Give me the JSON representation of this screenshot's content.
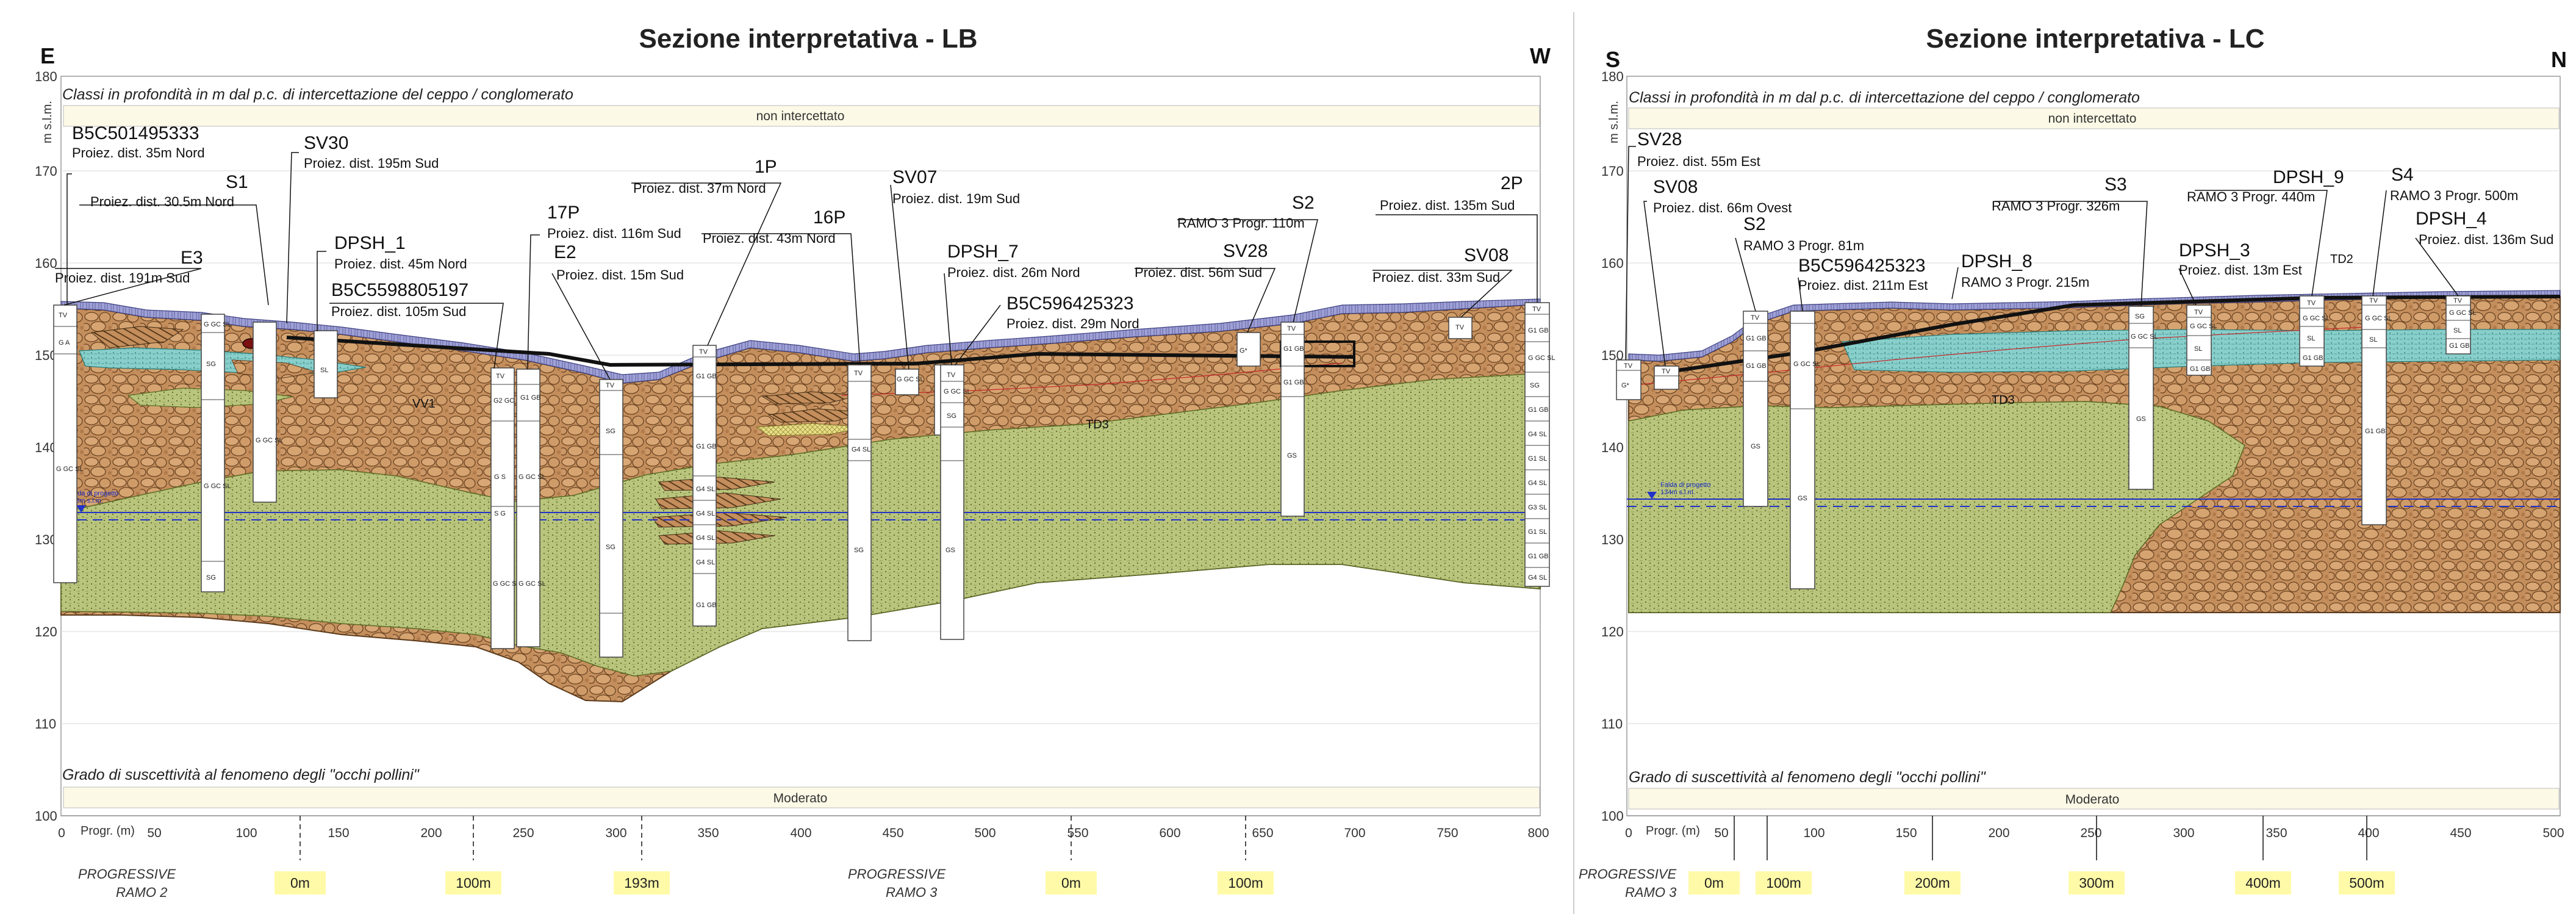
{
  "colors": {
    "conglomerate": "#c9935f",
    "gravel_sand": "#b8c578",
    "silt": "#7cc9c6",
    "topsoil": "#9a9bd4",
    "water_table": "#2333c8",
    "band_fill": "#fcf9e6",
    "ramp_fill": "#fffaa8"
  },
  "sections": [
    {
      "title": "Sezione interpretativa - LB",
      "left_end": "E",
      "right_end": "W",
      "y_axis_label": "m s.l.m.",
      "y_ticks": [
        "180",
        "170",
        "160",
        "150",
        "140",
        "130",
        "120",
        "110",
        "100"
      ],
      "x_axis_label": "Progr. (m)",
      "x_ticks": [
        "0",
        "50",
        "100",
        "150",
        "200",
        "250",
        "300",
        "350",
        "400",
        "450",
        "500",
        "550",
        "600",
        "650",
        "700",
        "750",
        "800"
      ],
      "top_band_caption": "Classi in profondità in m dal p.c. di intercettazione del ceppo / conglomerato",
      "top_band_value": "non intercettato",
      "bottom_band_caption": "Grado di suscettività al fenomeno degli \"occhi pollini\"",
      "bottom_band_value": "Moderato",
      "water_table_label": "Falda di progetto",
      "water_table_value": "133m s.l.m.",
      "units": [
        "VV1",
        "TD3"
      ],
      "boreholes": [
        {
          "name": "B5C501495333",
          "note": "Proiez. dist. 35m Nord"
        },
        {
          "name": "S1",
          "note": "Proiez. dist. 30.5m Nord"
        },
        {
          "name": "E3",
          "note": "Proiez. dist. 191m Sud"
        },
        {
          "name": "SV30",
          "note": "Proiez. dist. 195m Sud"
        },
        {
          "name": "DPSH_1",
          "note": "Proiez. dist. 45m Nord"
        },
        {
          "name": "B5C5598805197",
          "note": "Proiez. dist. 105m Sud"
        },
        {
          "name": "17P",
          "note": "Proiez. dist. 116m Sud"
        },
        {
          "name": "E2",
          "note": "Proiez. dist. 15m Sud"
        },
        {
          "name": "1P",
          "note": "Proiez. dist. 37m Nord"
        },
        {
          "name": "16P",
          "note": "Proiez. dist. 43m Nord"
        },
        {
          "name": "SV07",
          "note": "Proiez. dist. 19m Sud"
        },
        {
          "name": "DPSH_7",
          "note": "Proiez. dist. 26m Nord"
        },
        {
          "name": "B5C596425323",
          "note": "Proiez. dist. 29m Nord"
        },
        {
          "name": "S2",
          "note": "RAMO 3 Progr. 110m"
        },
        {
          "name": "SV28",
          "note": "Proiez. dist. 56m Sud"
        },
        {
          "name": "2P",
          "note": "Proiez. dist. 135m Sud"
        },
        {
          "name": "SV08",
          "note": "Proiez. dist. 33m Sud"
        }
      ],
      "ramps": [
        {
          "label": "PROGRESSIVE\nRAMO 2",
          "line1": "PROGRESSIVE",
          "line2": "RAMO 2",
          "marks": [
            "0m",
            "100m",
            "193m"
          ]
        },
        {
          "label": "PROGRESSIVE\nRAMO 3",
          "line1": "PROGRESSIVE",
          "line2": "RAMO 3",
          "marks": [
            "0m",
            "100m"
          ]
        }
      ]
    },
    {
      "title": "Sezione interpretativa - LC",
      "left_end": "S",
      "right_end": "N",
      "y_axis_label": "m s.l.m.",
      "y_ticks": [
        "180",
        "170",
        "160",
        "150",
        "140",
        "130",
        "120",
        "110",
        "100"
      ],
      "x_axis_label": "Progr. (m)",
      "x_ticks": [
        "0",
        "50",
        "100",
        "150",
        "200",
        "250",
        "300",
        "350",
        "400",
        "450",
        "500"
      ],
      "top_band_caption": "Classi in profondità in m dal p.c. di intercettazione del ceppo / conglomerato",
      "top_band_value": "non intercettato",
      "bottom_band_caption": "Grado di suscettività al fenomeno degli \"occhi pollini\"",
      "bottom_band_value": "Moderato",
      "water_table_label": "Falda di progetto",
      "water_table_value": "134m s.l.m.",
      "units": [
        "TD3",
        "TD2"
      ],
      "boreholes": [
        {
          "name": "SV28",
          "note": "Proiez. dist. 55m Est"
        },
        {
          "name": "SV08",
          "note": "Proiez. dist. 66m Ovest"
        },
        {
          "name": "S2",
          "note": "RAMO 3 Progr. 81m"
        },
        {
          "name": "B5C596425323",
          "note": "Proiez. dist. 211m Est"
        },
        {
          "name": "DPSH_8",
          "note": "RAMO 3 Progr. 215m"
        },
        {
          "name": "S3",
          "note": "RAMO 3 Progr. 326m"
        },
        {
          "name": "DPSH_3",
          "note": "Proiez. dist. 13m Est"
        },
        {
          "name": "DPSH_9",
          "note": "RAMO 3 Progr. 440m"
        },
        {
          "name": "S4",
          "note": "RAMO 3 Progr. 500m"
        },
        {
          "name": "DPSH_4",
          "note": "Proiez. dist. 136m Sud"
        }
      ],
      "ramps": [
        {
          "label": "PROGRESSIVE\nRAMO 3",
          "line1": "PROGRESSIVE",
          "line2": "RAMO 3",
          "marks": [
            "0m",
            "100m",
            "200m",
            "300m",
            "400m",
            "500m"
          ]
        }
      ]
    }
  ],
  "layer_codes": [
    "TV",
    "G A",
    "G GC SL",
    "SG",
    "SL",
    "G1 GB",
    "G2 GC",
    "G S",
    "S G",
    "G4 SL",
    "G GC S",
    "G1 SL",
    "G*",
    "GS",
    "G3 SL",
    "G GC SL"
  ]
}
